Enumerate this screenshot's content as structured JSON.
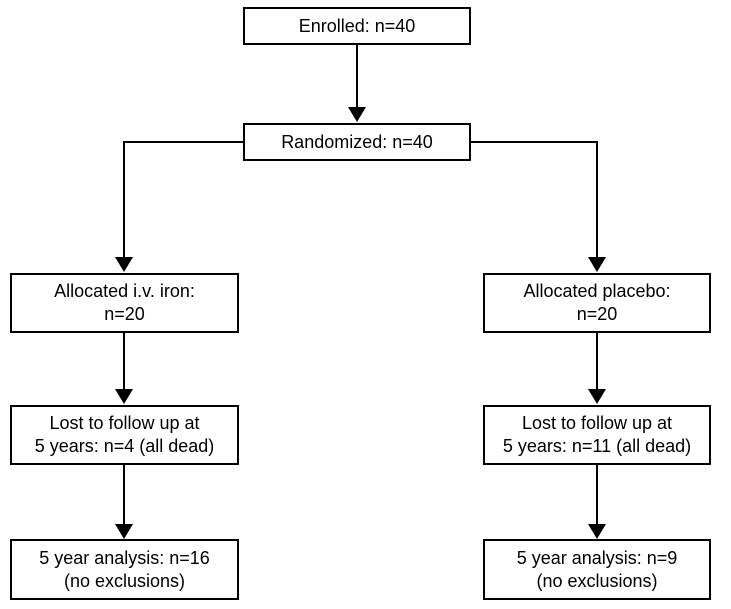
{
  "colors": {
    "background": "#ffffff",
    "box_fill": "#ffffff",
    "box_border": "#000000",
    "text": "#000000",
    "arrow": "#000000"
  },
  "nodes": {
    "enrolled": {
      "lines": [
        "Enrolled: n=40"
      ]
    },
    "randomized": {
      "lines": [
        "Randomized: n=40"
      ]
    },
    "allocated_iron": {
      "lines": [
        "Allocated i.v. iron:",
        "n=20"
      ]
    },
    "allocated_placebo": {
      "lines": [
        "Allocated placebo:",
        "n=20"
      ]
    },
    "lost_iron": {
      "lines": [
        "Lost to follow up at",
        "5 years: n=4 (all dead)"
      ]
    },
    "lost_placebo": {
      "lines": [
        "Lost to follow up at",
        "5 years: n=11 (all dead)"
      ]
    },
    "analysis_iron": {
      "lines": [
        "5 year analysis: n=16",
        "(no exclusions)"
      ]
    },
    "analysis_placebo": {
      "lines": [
        "5 year analysis: n=9",
        "(no exclusions)"
      ]
    }
  },
  "edges": [
    {
      "from": "enrolled",
      "to": "randomized"
    },
    {
      "from": "randomized",
      "to": "allocated_iron"
    },
    {
      "from": "randomized",
      "to": "allocated_placebo"
    },
    {
      "from": "allocated_iron",
      "to": "lost_iron"
    },
    {
      "from": "allocated_placebo",
      "to": "lost_placebo"
    },
    {
      "from": "lost_iron",
      "to": "analysis_iron"
    },
    {
      "from": "lost_placebo",
      "to": "analysis_placebo"
    }
  ]
}
